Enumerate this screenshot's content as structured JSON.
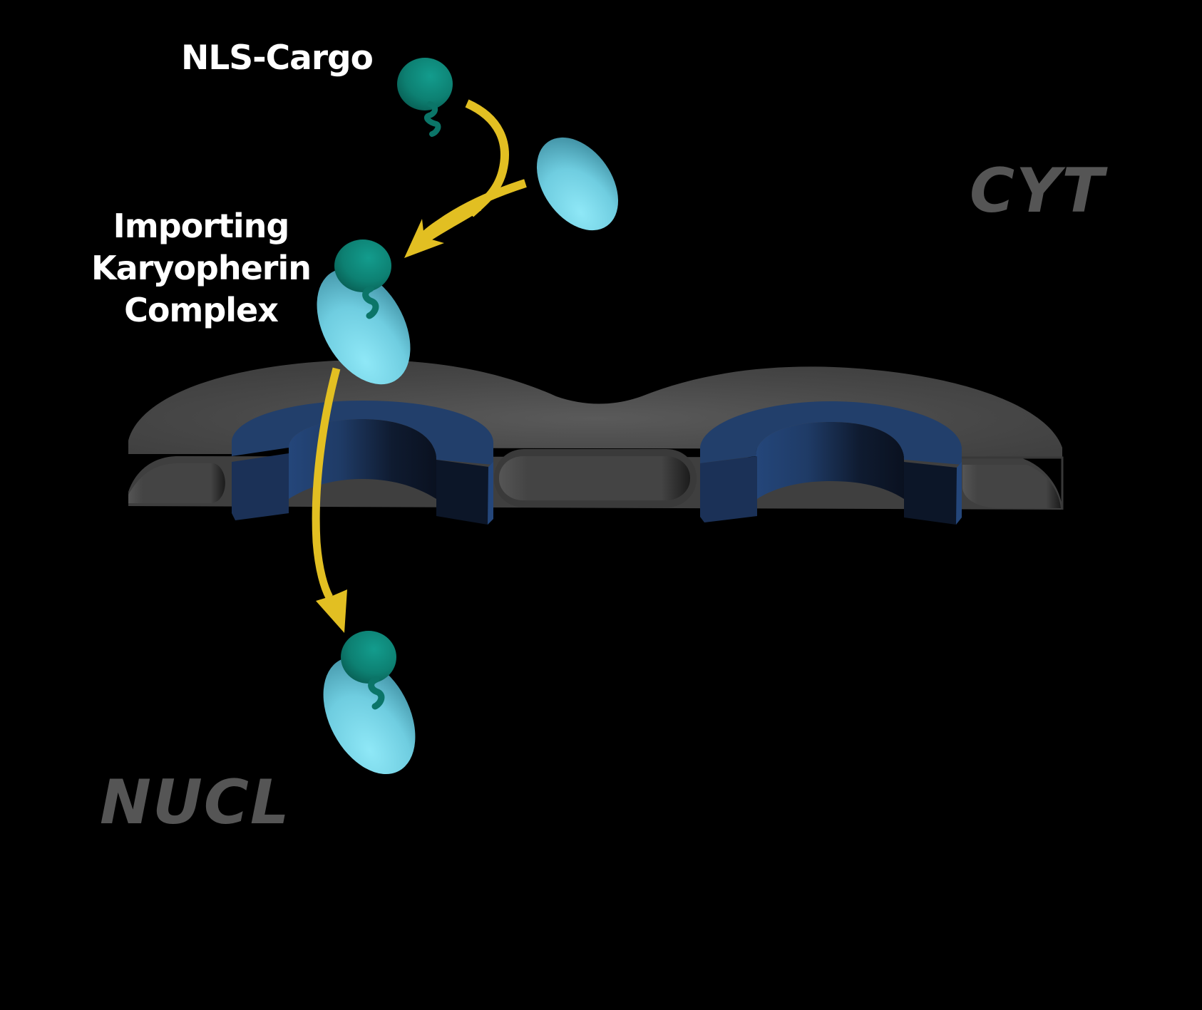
{
  "labels": {
    "nls_cargo": "NLS-Cargo",
    "complex_lines": [
      "Importing",
      "Karyopherin",
      "Complex"
    ],
    "cytoplasm": "CYT",
    "nucleus": "NUCL"
  },
  "colors": {
    "background": "#000000",
    "label_text": "#ffffff",
    "region_text": "#555555",
    "arrow": "#e2bf22",
    "cargo": "#0f8a7c",
    "karyopherin": "#7ad6e8",
    "membrane": "#434343",
    "pore_top": "#223f6b",
    "pore_side": "#1b3157",
    "pore_dark": "#0b1324"
  },
  "components": [
    {
      "name": "NLS cargo",
      "count": 1
    },
    {
      "name": "Free karyopherin",
      "count": 1
    },
    {
      "name": "Importing karyopherin complex",
      "count": 2
    },
    {
      "name": "Nuclear pore complex",
      "count": 2
    }
  ]
}
